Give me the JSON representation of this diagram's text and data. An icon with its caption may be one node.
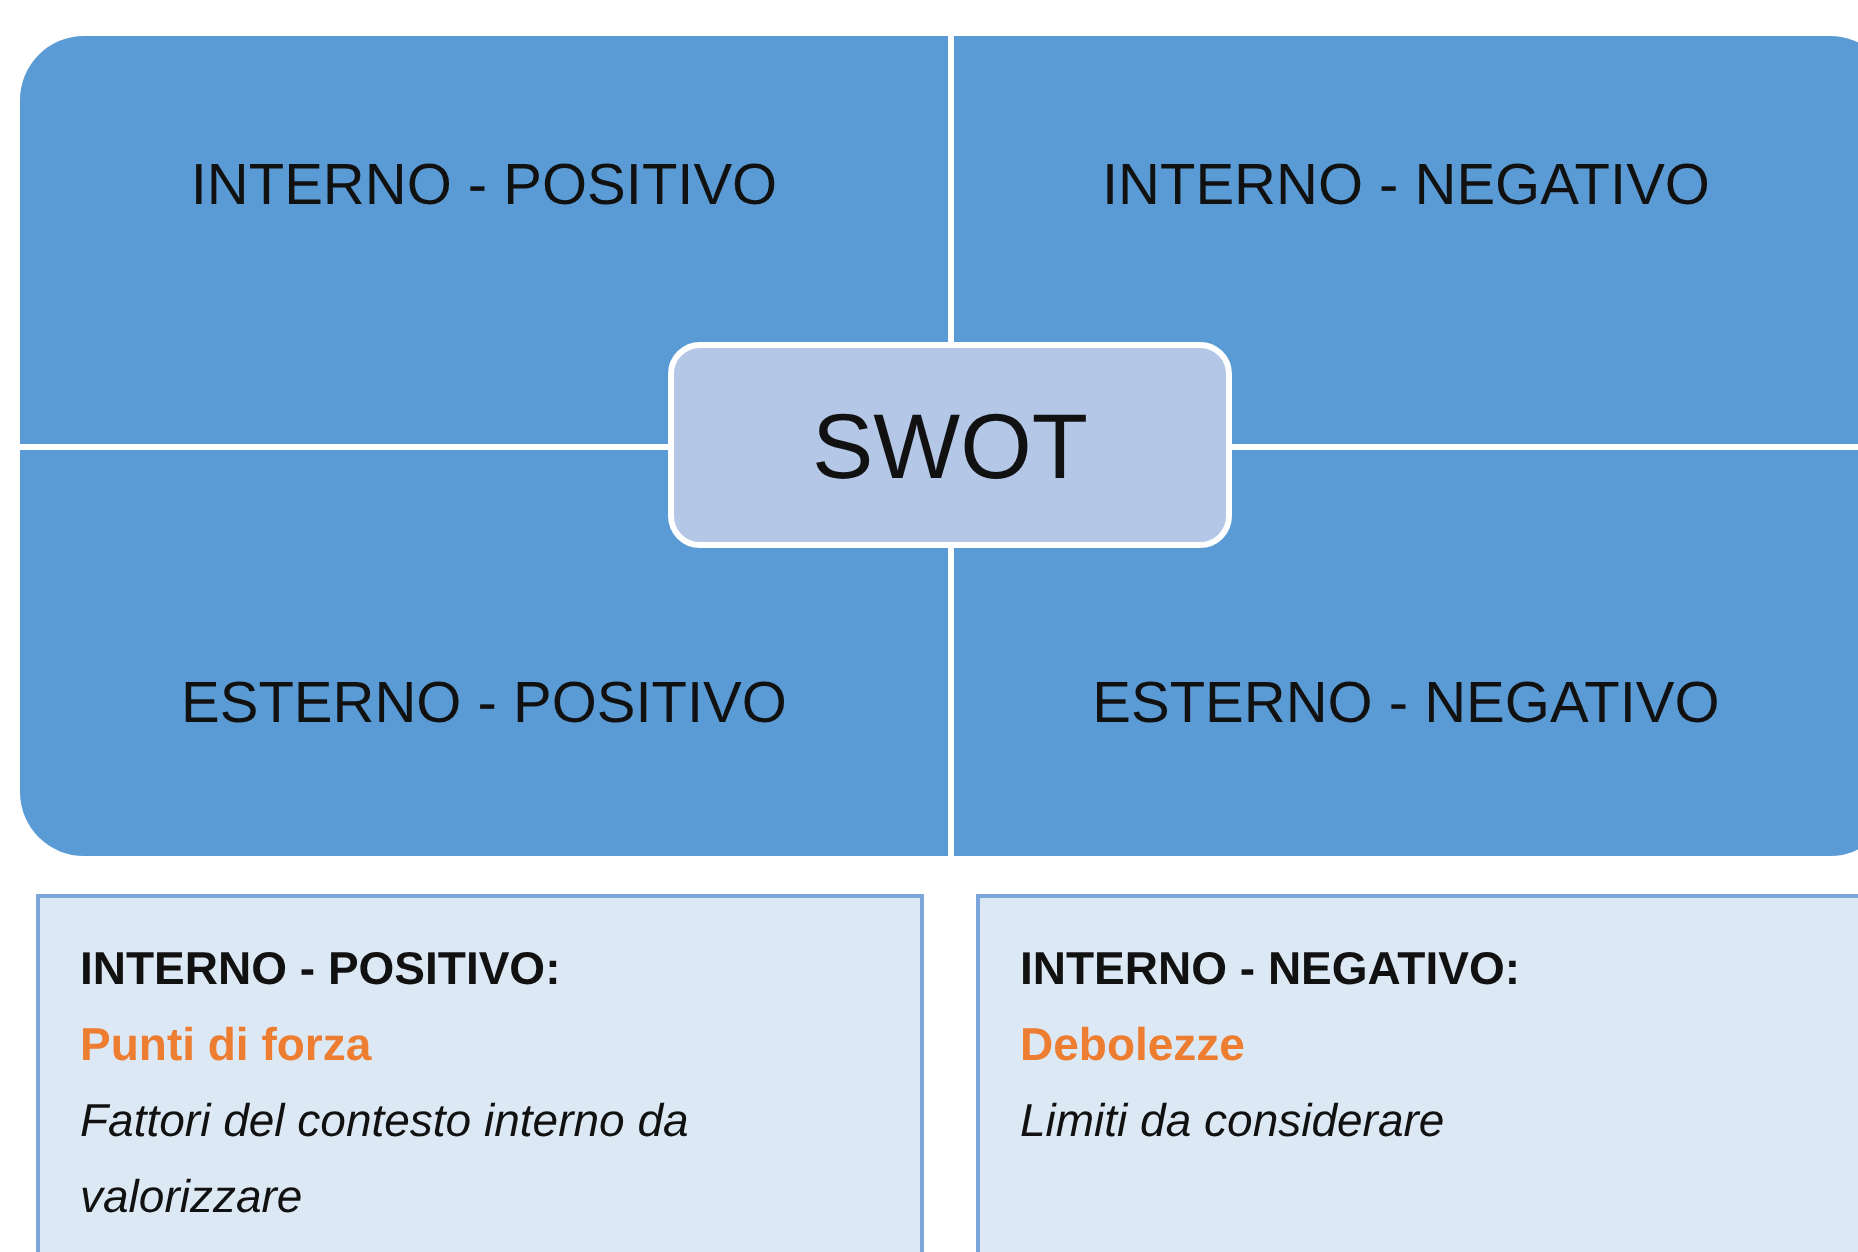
{
  "diagram": {
    "nodes": [
      {
        "text": [
          "INTERNO - POSITIVO"
        ]
      },
      {
        "text": [
          "INTERNO - NEGATIVO"
        ]
      },
      {
        "text": [
          "ESTERNO - POSITIVO"
        ]
      },
      {
        "text": [
          "ESTERNO - NEGATIVO"
        ]
      },
      {
        "text": [
          "SWOT"
        ]
      },
      {
        "text": [
          "INTERNO - POSITIVO:",
          "Punti di forza",
          "Fattori del contesto interno da valorizzare"
        ]
      },
      {
        "text": [
          "INTERNO - NEGATIVO:",
          "Debolezze",
          "Limiti da considerare"
        ]
      }
    ]
  }
}
